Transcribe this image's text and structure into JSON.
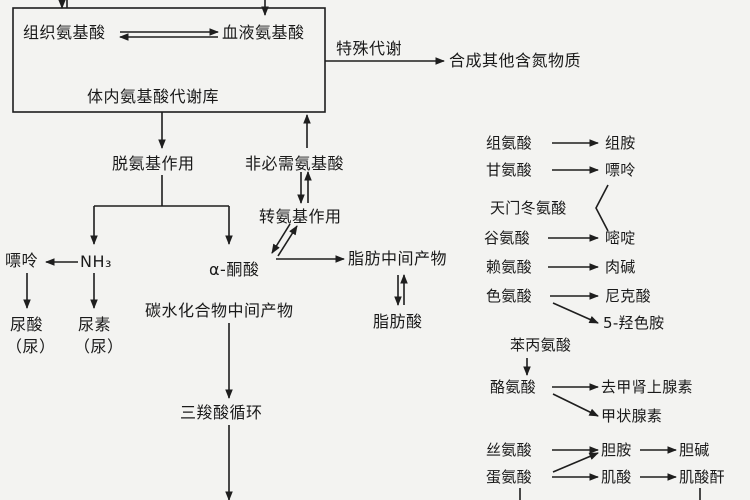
{
  "diagram": {
    "type": "flowchart",
    "subject": "amino acid metabolism overview",
    "pool_box": {
      "tissue_aa": "组织氨基酸",
      "blood_aa": "血液氨基酸",
      "pool_title": "体内氨基酸代谢库"
    },
    "special_branch": {
      "edge_label": "特殊代谢",
      "target": "合成其他含氮物质"
    },
    "left_branch": {
      "deamination": "脱氨基作用",
      "nh3": "NH₃",
      "purine": "嘌呤",
      "uric_acid": "尿酸",
      "uric_acid_note": "（尿）",
      "urea": "尿素",
      "urea_note": "（尿）"
    },
    "middle_branch": {
      "nonessential_aa": "非必需氨基酸",
      "transamination": "转氨基作用",
      "alpha_keto_acid": "α-酮酸",
      "fat_intermediate": "脂肪中间产物",
      "fatty_acid": "脂肪酸",
      "carb_intermediate": "碳水化合物中间产物",
      "tca_cycle": "三羧酸循环"
    },
    "right_list": {
      "rows": [
        {
          "source": "组氨酸",
          "products": [
            "组胺"
          ]
        },
        {
          "source": "甘氨酸",
          "products": [
            "嘌呤"
          ]
        },
        {
          "source": "天门冬氨酸",
          "products": [
            "嘌呤",
            "嘧啶"
          ]
        },
        {
          "source": "谷氨酸",
          "products": [
            "嘧啶"
          ]
        },
        {
          "source": "赖氨酸",
          "products": [
            "肉碱"
          ]
        },
        {
          "source": "色氨酸",
          "products": [
            "尼克酸",
            "5-羟色胺"
          ]
        },
        {
          "source": "苯丙氨酸",
          "products": [
            "酪氨酸"
          ]
        },
        {
          "source": "酪氨酸",
          "products": [
            "去甲肾上腺素",
            "甲状腺素"
          ]
        },
        {
          "source": "丝氨酸",
          "products": [
            "胆胺"
          ]
        },
        {
          "source": "蛋氨酸",
          "products": [
            "胆胺",
            "肌酸"
          ]
        },
        {
          "source": "胆胺",
          "products": [
            "胆碱"
          ]
        },
        {
          "source": "肌酸",
          "products": [
            "肌酸酐"
          ]
        }
      ],
      "labels": {
        "his": "组氨酸",
        "histamine": "组胺",
        "gly": "甘氨酸",
        "purine": "嘌呤",
        "asp": "天门冬氨酸",
        "glu": "谷氨酸",
        "pyrimidine": "嘧啶",
        "lys": "赖氨酸",
        "carnitine": "肉碱",
        "trp": "色氨酸",
        "niacin": "尼克酸",
        "serotonin": "5-羟色胺",
        "phe": "苯丙氨酸",
        "tyr": "酪氨酸",
        "norepinephrine": "去甲肾上腺素",
        "thyroxine": "甲状腺素",
        "ser": "丝氨酸",
        "ethanolamine": "胆胺",
        "choline": "胆碱",
        "met": "蛋氨酸",
        "creatine": "肌酸",
        "creatinine": "肌酸酐"
      }
    },
    "colors": {
      "ink": "#1e1e1e",
      "paper": "#f3f3f1"
    }
  }
}
